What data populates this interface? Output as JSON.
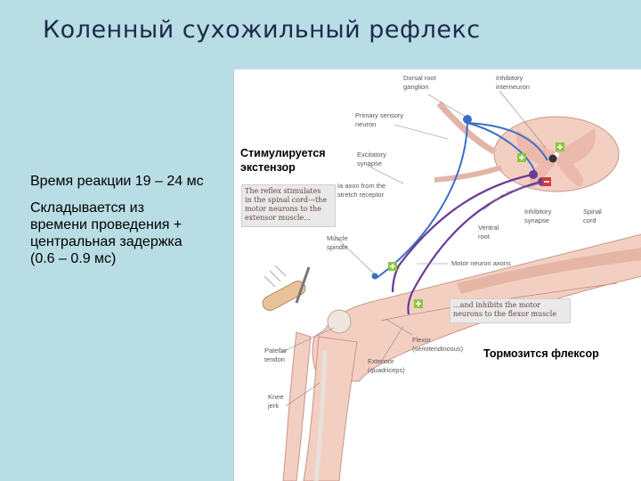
{
  "slide": {
    "title": "Коленный сухожильный рефлекс",
    "reaction_time": "Время реакции 19 – 24 мс",
    "composition_lines": [
      "Складывается из",
      "времени проведения +",
      "центральная задержка",
      "(0.6 – 0.9 мс)"
    ]
  },
  "callouts": {
    "stimulated": [
      "Стимулируется",
      "экстензор"
    ],
    "inhibited": "Тормозится флексор"
  },
  "figure": {
    "notes": {
      "stimulate": [
        "The reflex stimulates",
        "in the spinal cord—the",
        "motor neurons to the",
        "extensor muscle..."
      ],
      "inhibit": [
        "...and inhibits the motor",
        "neurons to the flexor muscle"
      ]
    },
    "labels": {
      "dorsal_root_ganglion": [
        "Dorsal root",
        "ganglion"
      ],
      "inhibitory_interneuron": [
        "Inhibitory",
        "interneuron"
      ],
      "primary_sensory_neuron": [
        "Primary sensory",
        "neuron"
      ],
      "excitatory_synapse": [
        "Excitatory",
        "synapse"
      ],
      "ia_axon": [
        "Ia axon from the",
        "stretch receptor"
      ],
      "ventral_root": [
        "Ventral",
        "root"
      ],
      "inhibitory_synapse": [
        "Inhibitory",
        "synapse"
      ],
      "spinal_cord": [
        "Spinal",
        "cord"
      ],
      "muscle_spindle": [
        "Muscle",
        "spindle"
      ],
      "motor_neuron_axons": "Motor neuron axons",
      "patellar_tendon": [
        "Patellar",
        "tendon"
      ],
      "flexor": [
        "Flexor",
        "(semitendinosus)"
      ],
      "extensor": [
        "Extensor",
        "(quadriceps)"
      ],
      "knee_jerk": [
        "Knee",
        "jerk"
      ]
    }
  },
  "colors": {
    "background": "#b8dde4",
    "sensory": "#3a6fc4",
    "motor": "#6a3a96",
    "excitatory": "#8cc63f",
    "inhibitory": "#d23a3a",
    "tissue": "#f3cfc2"
  }
}
